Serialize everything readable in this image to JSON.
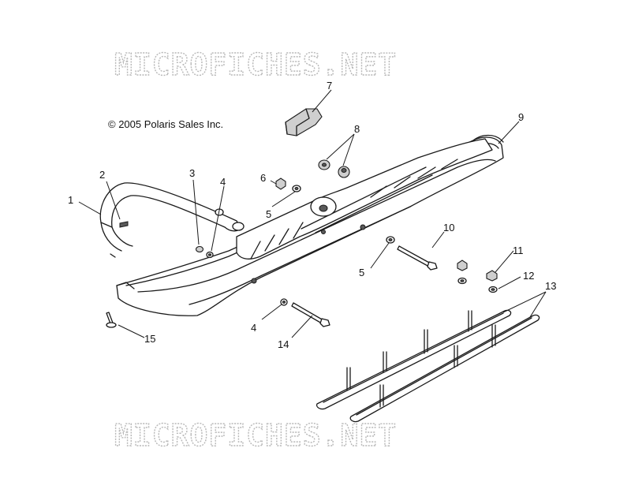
{
  "watermark": {
    "top": "MICROFICHES.NET",
    "bottom": "MICROFICHES.NET"
  },
  "copyright": "© 2005 Polaris Sales Inc.",
  "callouts": [
    "1",
    "2",
    "3",
    "4",
    "4",
    "5",
    "5",
    "6",
    "7",
    "8",
    "9",
    "10",
    "11",
    "12",
    "13",
    "14",
    "15"
  ]
}
